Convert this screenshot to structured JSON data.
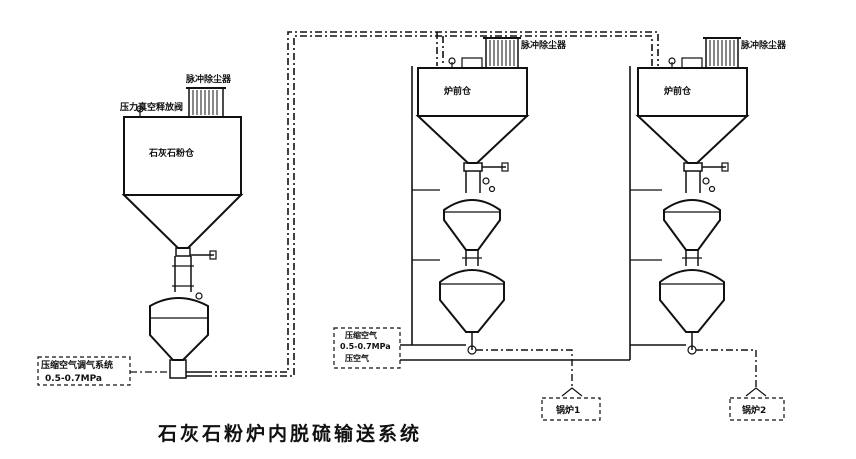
{
  "title": "石灰石粉炉内脱硫输送系统",
  "silo": {
    "label": "石灰石粉仓",
    "vacuum_valve_label": "压力真空释放阀",
    "dust_collector_label": "脉冲除尘器"
  },
  "compressed_air_box": {
    "line1": "压缩空气调气系统",
    "line2": "0.5-0.7MPa"
  },
  "compressed_air_box_2": {
    "line1": "压缩空气",
    "line2": "0.5-0.7MPa",
    "line3": "压空气"
  },
  "furnace_units": [
    {
      "label": "炉前仓",
      "dust_collector_label": "脉冲除尘器"
    },
    {
      "label": "炉前仓",
      "dust_collector_label": "脉冲除尘器"
    }
  ],
  "boilers": [
    {
      "label": "锅炉1"
    },
    {
      "label": "锅炉2"
    }
  ]
}
